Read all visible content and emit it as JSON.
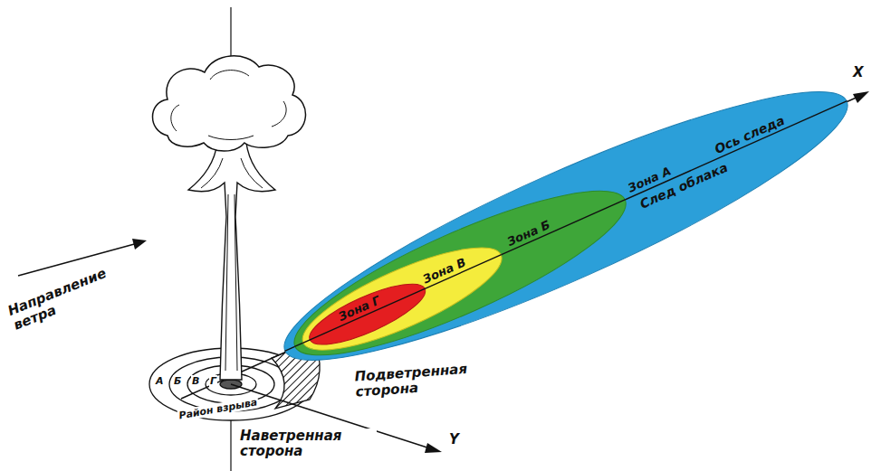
{
  "diagram": {
    "nodes": [
      {
        "text": [
          "Зона А"
        ]
      },
      {
        "text": [
          "Зона Б"
        ],
        "in": 0
      },
      {
        "text": [
          "Зона В"
        ],
        "in": 1
      },
      {
        "text": [
          "Зона Г"
        ],
        "in": 2
      }
    ],
    "labels": [
      "Направление ветра",
      "X",
      "Ось следа",
      "След облака",
      "Подветренная сторона",
      "Наветренная сторона",
      "Y",
      "А",
      "Б",
      "В",
      "Г",
      "Район взрыва"
    ]
  }
}
